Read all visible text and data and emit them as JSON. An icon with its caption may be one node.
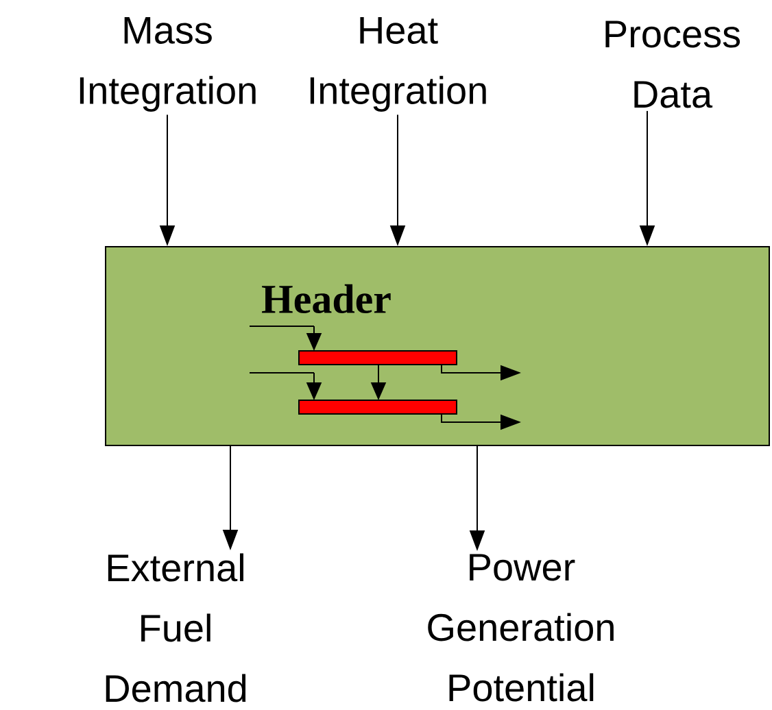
{
  "diagram": {
    "nodes": [
      {
        "text": [
          "Mass Integration"
        ]
      },
      {
        "text": [
          "Heat Integration"
        ]
      },
      {
        "text": [
          "Process Data"
        ]
      },
      {
        "text": [
          "Header"
        ]
      },
      {
        "text": [
          "External Fuel Demand"
        ]
      },
      {
        "text": [
          "Power Generation Potential"
        ]
      }
    ],
    "edges": [
      {
        "from": 0,
        "to": 3,
        "arrow": "to"
      },
      {
        "from": 1,
        "to": 3,
        "arrow": "to"
      },
      {
        "from": 2,
        "to": 3,
        "arrow": "to"
      },
      {
        "from": 3,
        "to": 4,
        "arrow": "to"
      },
      {
        "from": 3,
        "to": 5,
        "arrow": "to"
      }
    ]
  }
}
